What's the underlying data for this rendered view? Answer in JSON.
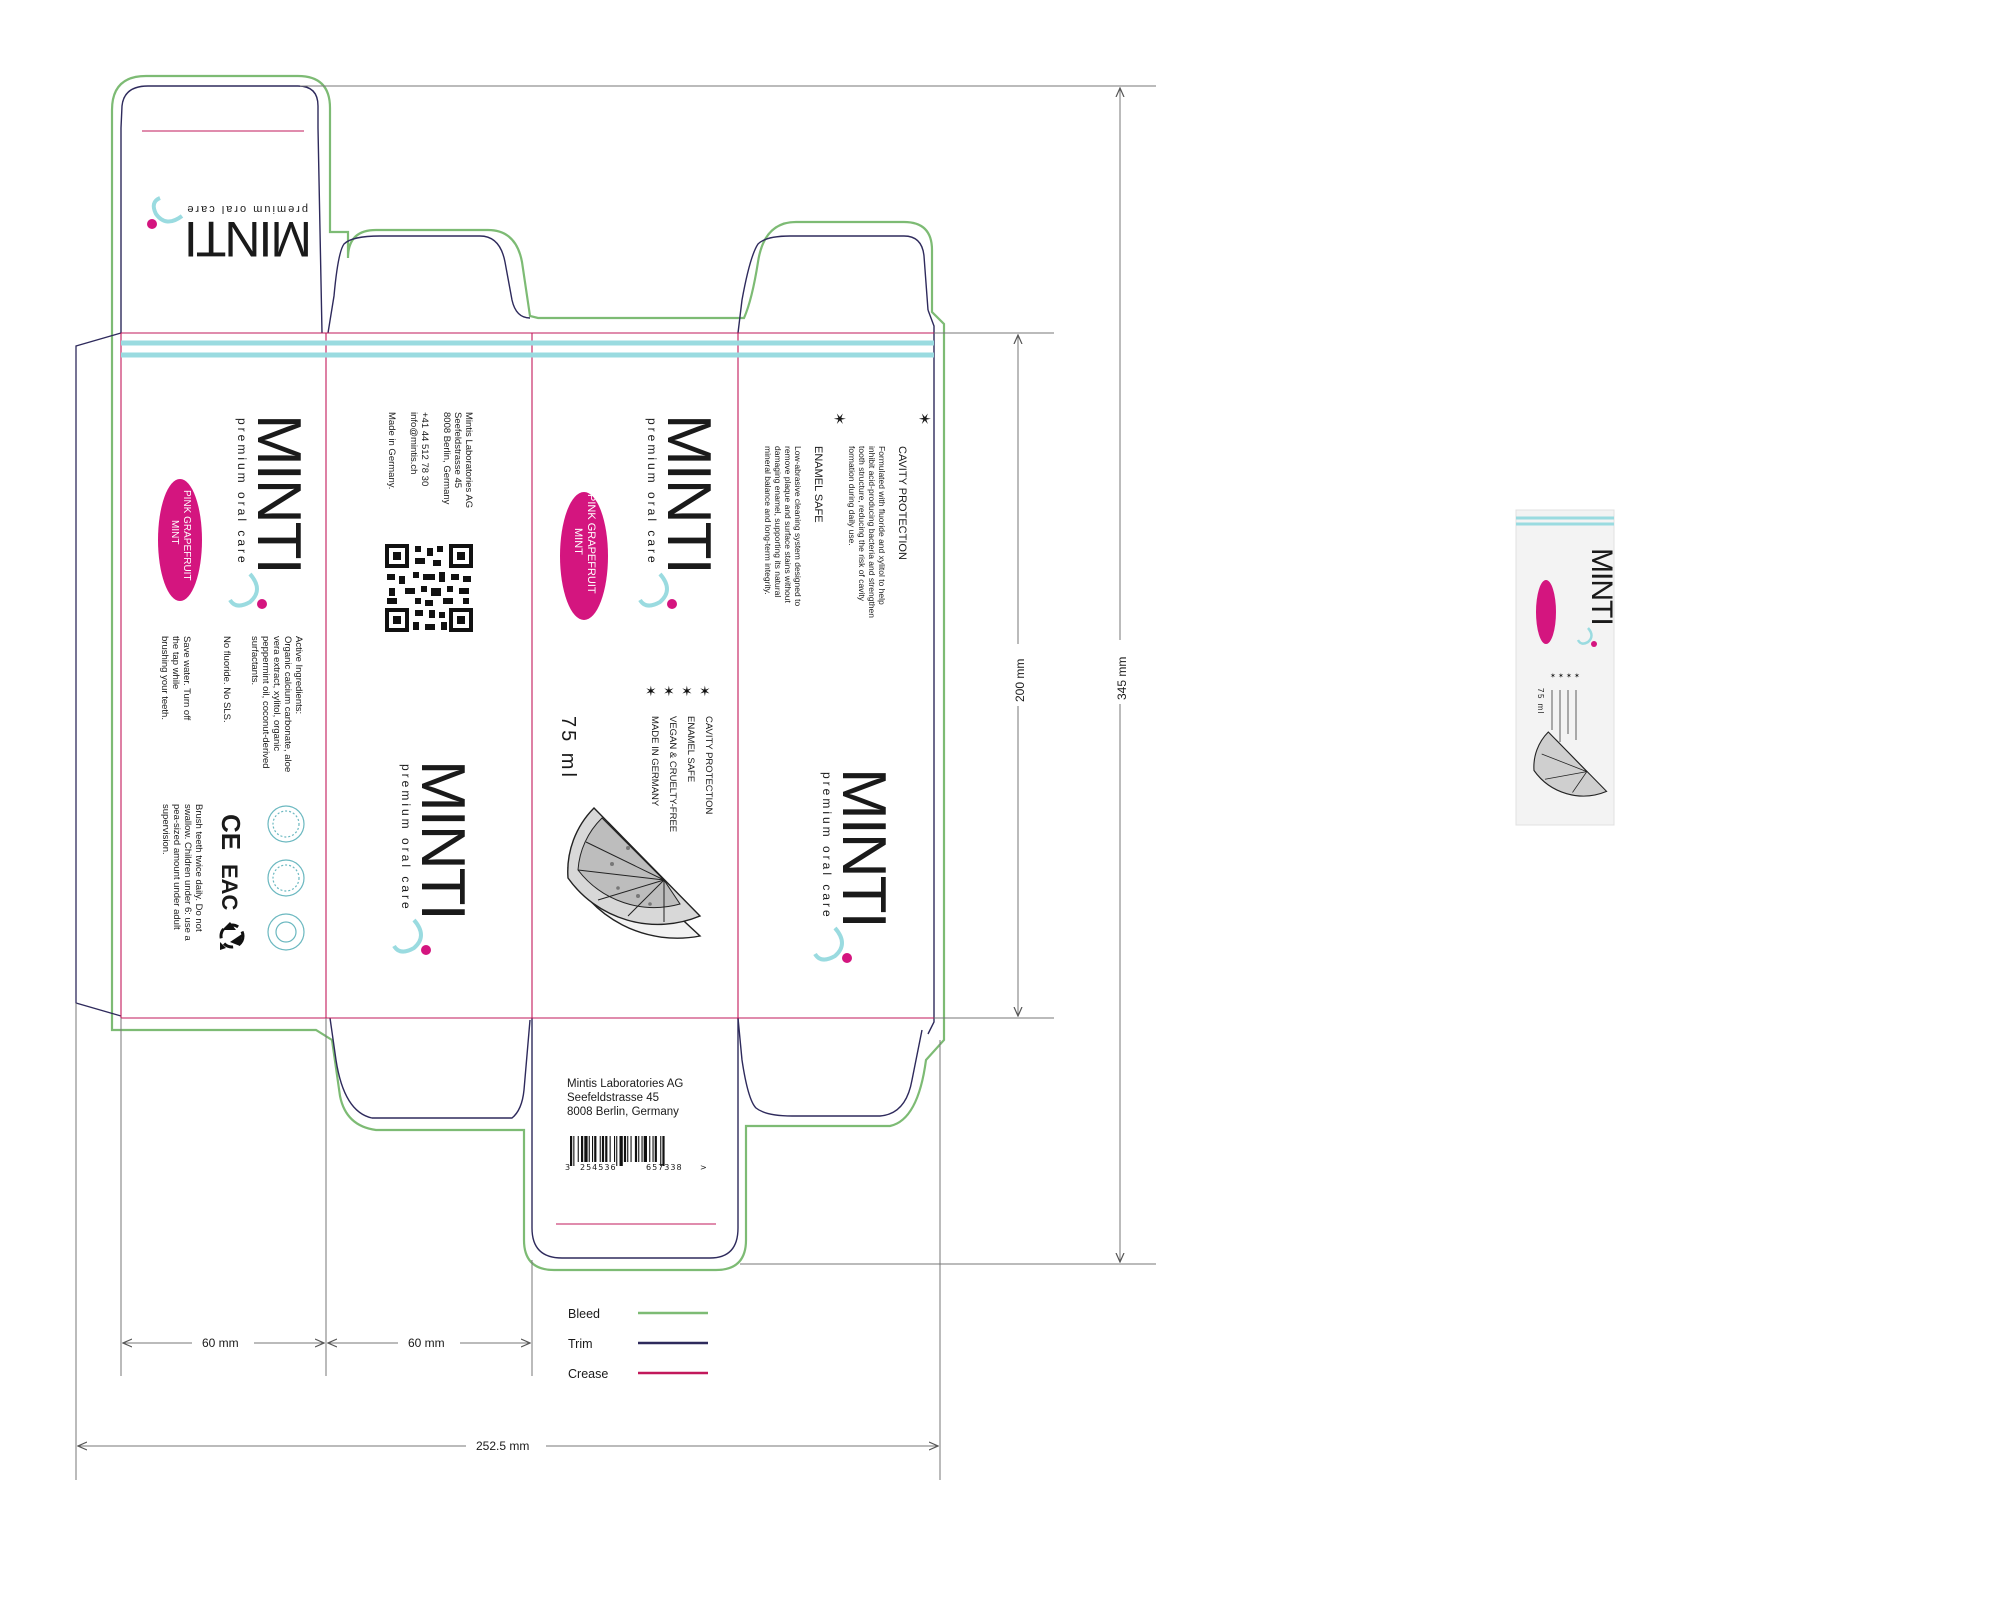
{
  "brand": {
    "name": "MINTI",
    "tagline": "premium oral care",
    "flavor_line1": "PINK GRAPEFRUIT",
    "flavor_line2": "MINT",
    "volume": "75 ml"
  },
  "features": {
    "list": [
      "CAVITY PROTECTION",
      "ENAMEL SAFE",
      "VEGAN & CRUELTY-FREE",
      "MADE IN GERMANY"
    ],
    "cavity_title": "CAVITY PROTECTION",
    "cavity_text": [
      "Formulated with fluoride and xylitol to help",
      "inhibit acid-producing bacteria and strengthen",
      "tooth structure, reducing the risk of cavity",
      "formation during daily use."
    ],
    "enamel_title": "ENAMEL SAFE",
    "enamel_text": [
      "Low-abrasive cleaning system designed to",
      "remove plaque and surface stains without",
      "damaging enamel, supporting its natural",
      "mineral balance and long-term integrity."
    ]
  },
  "company": {
    "name": "Mintis Laboratories AG",
    "street": "Seefeldstrasse 45",
    "city": "8008 Berlin, Germany",
    "phone": "+41 44 512 78 30",
    "email": "info@mintis.ch",
    "made_in": "Made in Germany."
  },
  "ingredients": {
    "lines": [
      "Active Ingredients:",
      "Organic calcium carbonate, aloe",
      "vera extract, xylitol, organic",
      "peppermint oil, coconut-derived",
      "surfactants."
    ],
    "no_fluoride": "No fluoride. No SLS.",
    "save_water": [
      "Save water. Turn off",
      "the tap while",
      "brushing your teeth."
    ],
    "usage": [
      "Brush teeth twice daily. Do not",
      "swallow. Children under 6: use a",
      "pea-sized amount under adult",
      "supervision."
    ]
  },
  "certifications": {
    "ce": "CE",
    "eac": "EAC"
  },
  "barcode": {
    "digits": [
      "3",
      "254536",
      "657338",
      ">"
    ]
  },
  "dimensions": {
    "height_total": "345 mm",
    "height_body": "200 mm",
    "width_panel_1": "60 mm",
    "width_panel_2": "60 mm",
    "width_total": "252.5 mm"
  },
  "legend": [
    {
      "label": "Bleed",
      "color": "#7dbb74"
    },
    {
      "label": "Trim",
      "color": "#2e2a5c"
    },
    {
      "label": "Crease",
      "color": "#c2185b"
    }
  ],
  "colors": {
    "accent_pink": "#d4157f",
    "accent_aqua": "#9adbe0",
    "bleed": "#7dbb74",
    "trim": "#2e2a5c",
    "crease": "#c2185b",
    "dimension": "#555555"
  }
}
